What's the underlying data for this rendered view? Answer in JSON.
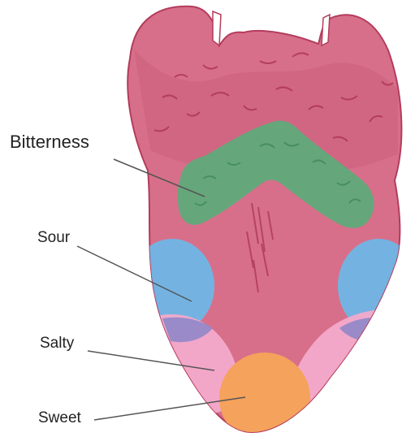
{
  "labels": {
    "bitterness": "Bitterness",
    "sour": "Sour",
    "salty": "Salty",
    "sweet": "Sweet"
  },
  "colors": {
    "tongue": "#d86f8a",
    "tongue_outline": "#b33c5c",
    "texture": "#a8304f",
    "bitterness_zone": "#5faa7a",
    "sour_zone": "#6fb6e6",
    "salty_zone": "#f4aacb",
    "sweet_zone": "#f5a25c",
    "sweet_tip": "#f6e07a",
    "overlap": "#8a86c8",
    "leader_line": "#555555"
  }
}
